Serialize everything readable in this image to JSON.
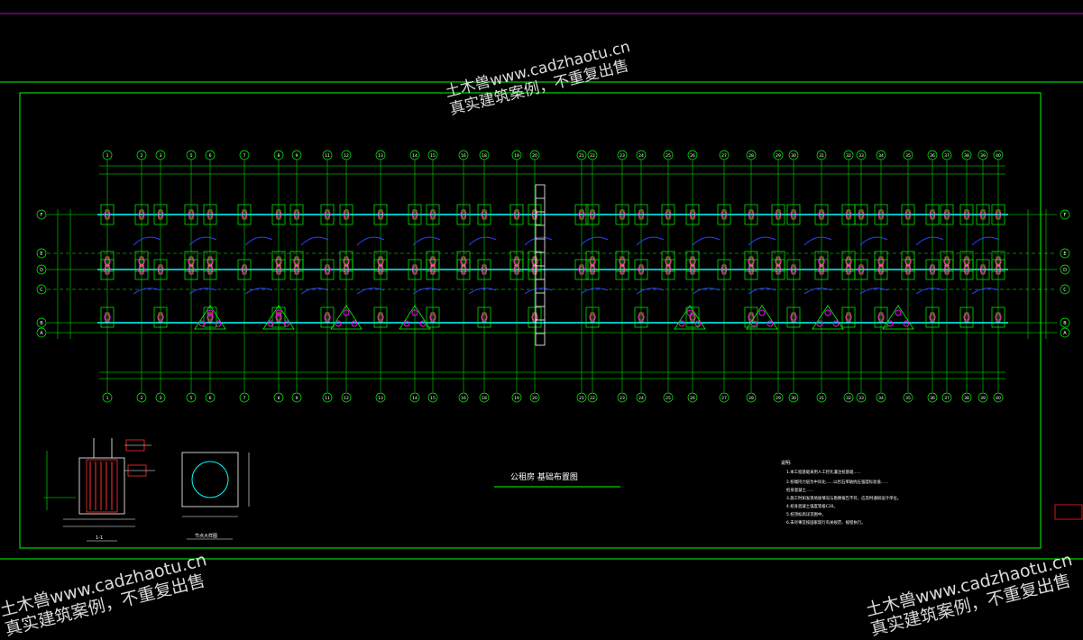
{
  "drawing": {
    "title": "公租房  基础布置图",
    "axis_numbers": [
      "1",
      "2",
      "3",
      "5",
      "6",
      "7",
      "8",
      "9",
      "11",
      "12",
      "13",
      "14",
      "15",
      "16",
      "18",
      "19",
      "20",
      "21",
      "22",
      "23",
      "24",
      "25",
      "26",
      "27",
      "28",
      "29",
      "30",
      "31",
      "32",
      "33",
      "34",
      "35",
      "36",
      "37",
      "38",
      "39",
      "40"
    ],
    "axis_letters": [
      "F",
      "E",
      "D",
      "C",
      "B",
      "A"
    ],
    "section_label": "1-1",
    "detail_label": "节点大样图",
    "notes_title": "说明:",
    "notes": [
      "1.本工程基础采用人工挖孔灌注桩基础......",
      "2.桩端持力层为中风化......以岩石单轴抗压强度标准值......",
      "   桩身混凝土......",
      "3.施工时如发现地质情况与勘察报告不符，应及时通知设计单位。",
      "4.桩身混凝土强度等级C30。",
      "5.桩顶标高详见图中。",
      "6.未尽事宜按国家现行有关规范、规程执行。"
    ]
  },
  "watermark": {
    "line1": "土木兽www.cadzhaotu.cn",
    "line2": "真实建筑案例，不重复出售"
  },
  "colors": {
    "background": "#000000",
    "frame": "#00ff00",
    "axis": "#00ff00",
    "beam": "#00ffff",
    "curve": "#3040ff",
    "pile": "#ff00ff",
    "text": "#ffffff",
    "top_line": "#c000c0"
  }
}
